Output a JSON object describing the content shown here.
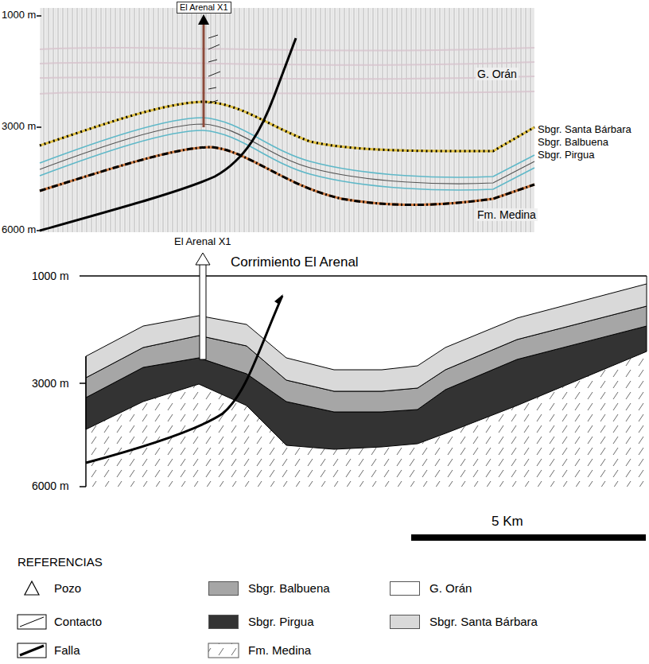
{
  "diagram": {
    "labels": [
      "1000 m",
      "3000 m",
      "6000 m",
      "El Arenal X1",
      "G. Orán",
      "Sbgr. Santa Bárbara",
      "Sbgr. Balbuena",
      "Sbgr. Pirgua",
      "Fm. Medina",
      "El Arenal X1",
      "Corrimiento El Arenal",
      "1000 m",
      "3000 m",
      "6000 m",
      "5 Km",
      "REFERENCIAS"
    ],
    "legend": [
      {
        "text": "Pozo"
      },
      {
        "text": "Sbgr. Balbuena",
        "color": "#a6a6a6"
      },
      {
        "text": "G. Orán",
        "color": "#ffffff"
      },
      {
        "text": "Contacto"
      },
      {
        "text": "Sbgr. Pirgua",
        "color": "#333333"
      },
      {
        "text": "Sbgr. Santa Bárbara",
        "color": "#d9d9d9"
      },
      {
        "text": "Falla"
      },
      {
        "text": "Fm. Medina"
      }
    ]
  }
}
